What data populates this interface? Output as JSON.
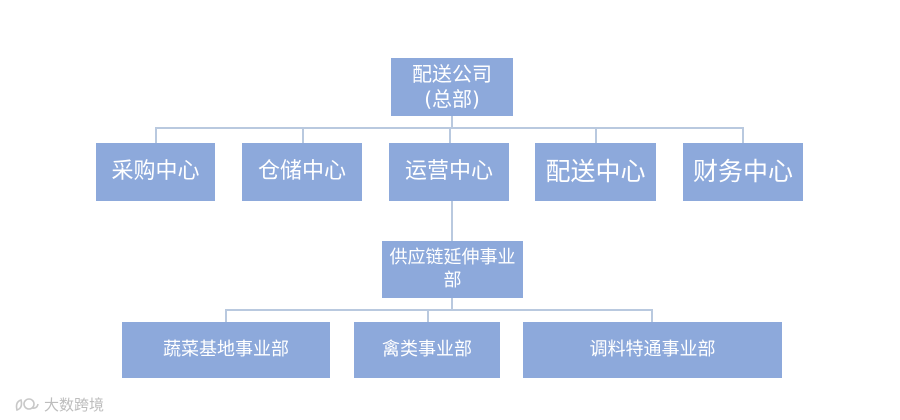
{
  "org_chart": {
    "root": {
      "line1": "配送公司",
      "line2": "(总部)"
    },
    "centers": [
      {
        "label": "采购中心"
      },
      {
        "label": "仓储中心"
      },
      {
        "label": "运营中心"
      },
      {
        "label": "配送中心"
      },
      {
        "label": "财务中心"
      }
    ],
    "supply_chain": {
      "label": "供应链延伸事业部"
    },
    "divisions": [
      {
        "label": "蔬菜基地事业部"
      },
      {
        "label": "禽类事业部"
      },
      {
        "label": "调料特通事业部"
      }
    ]
  },
  "watermark": {
    "text": "大数跨境"
  },
  "colors": {
    "node_fill": "#8da9db",
    "connector": "#b9c9df",
    "text": "#ffffff"
  }
}
